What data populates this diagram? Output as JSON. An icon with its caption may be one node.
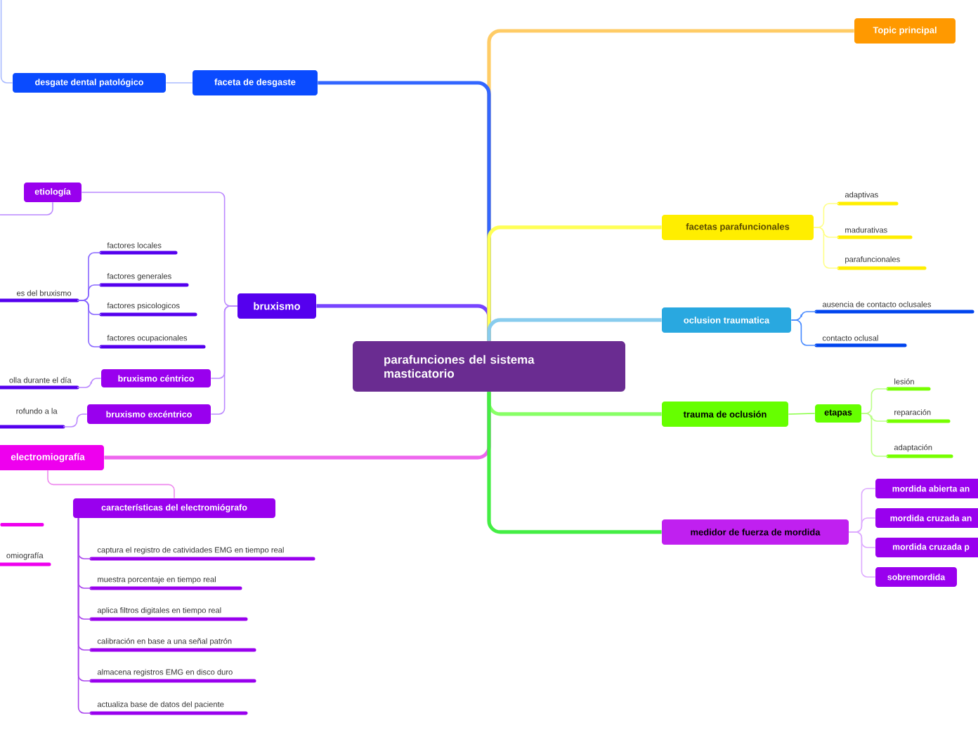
{
  "diagram": {
    "nodes": [
      {
        "text": [
          "parafunciones del sistema masticatorio"
        ]
      },
      {
        "text": [
          "Topic principal"
        ]
      },
      {
        "text": [
          "faceta de desgaste"
        ]
      },
      {
        "text": [
          "desgate dental patológico"
        ]
      },
      {
        "text": [
          "bruxismo"
        ]
      },
      {
        "text": [
          "etiología"
        ]
      },
      {
        "text": [
          "es del bruxismo"
        ]
      },
      {
        "text": [
          "factores locales"
        ]
      },
      {
        "text": [
          "factores generales"
        ]
      },
      {
        "text": [
          "factores psicologicos"
        ]
      },
      {
        "text": [
          "factores ocupacionales"
        ]
      },
      {
        "text": [
          "bruxismo céntrico"
        ]
      },
      {
        "text": [
          "olla durante el día"
        ]
      },
      {
        "text": [
          "bruxismo excéntrico"
        ]
      },
      {
        "text": [
          "rofundo a la"
        ]
      },
      {
        "text": [
          "electromiografía"
        ]
      },
      {
        "text": [
          "características del electromiógrafo"
        ]
      },
      {
        "text": [
          "captura el registro de catividades EMG en tiempo real"
        ]
      },
      {
        "text": [
          "muestra porcentaje en tiempo real"
        ]
      },
      {
        "text": [
          "aplica filtros digitales en tiempo real"
        ]
      },
      {
        "text": [
          "calibración en base a una señal patrón"
        ]
      },
      {
        "text": [
          "almacena registros EMG en disco duro"
        ]
      },
      {
        "text": [
          "actualiza base de datos del paciente"
        ]
      },
      {
        "text": [
          "facetas parafuncionales"
        ]
      },
      {
        "text": [
          "adaptivas"
        ]
      },
      {
        "text": [
          "madurativas"
        ]
      },
      {
        "text": [
          "parafuncionales"
        ]
      },
      {
        "text": [
          "oclusion traumatica"
        ]
      },
      {
        "text": [
          "ausencia de contacto oclusales"
        ]
      },
      {
        "text": [
          "contacto oclusal"
        ]
      },
      {
        "text": [
          "trauma de oclusión"
        ]
      },
      {
        "text": [
          "etapas"
        ]
      },
      {
        "text": [
          "lesión"
        ]
      },
      {
        "text": [
          "reparación"
        ]
      },
      {
        "text": [
          "adaptación"
        ]
      },
      {
        "text": [
          "medidor de fuerza de mordida"
        ]
      },
      {
        "text": [
          "mordida abierta an"
        ]
      },
      {
        "text": [
          "mordida cruzada an"
        ]
      },
      {
        "text": [
          "mordida cruzada p"
        ]
      },
      {
        "text": [
          "sobremordida"
        ]
      },
      {
        "text": [],
        "shape": "bar"
      },
      {
        "text": [
          "omiografía"
        ]
      }
    ],
    "edges": [
      {
        "from": 0,
        "to": 1,
        "arrow": "none",
        "style": "thick",
        "color": "#ffcc66"
      },
      {
        "from": 0,
        "to": 2,
        "arrow": "none",
        "style": "thick",
        "color": "#3366ff"
      },
      {
        "from": 2,
        "to": 3,
        "arrow": "none",
        "color": "#aabbff"
      },
      {
        "from": 3,
        "to": null,
        "arrow": "none",
        "color": "#aabbff"
      },
      {
        "from": 0,
        "to": 4,
        "arrow": "none",
        "style": "thick",
        "color": "#7744ff"
      },
      {
        "from": 4,
        "to": 5,
        "arrow": "none",
        "color": "#bb88ff"
      },
      {
        "from": 5,
        "to": null,
        "arrow": "none",
        "color": "#bb88ff"
      },
      {
        "from": 6,
        "to": 7,
        "arrow": "none",
        "color": "#8866ff"
      },
      {
        "from": 6,
        "to": 8,
        "arrow": "none",
        "color": "#8866ff"
      },
      {
        "from": 6,
        "to": 9,
        "arrow": "none",
        "color": "#8866ff"
      },
      {
        "from": 6,
        "to": 10,
        "arrow": "none",
        "color": "#8866ff"
      },
      {
        "from": 4,
        "to": 11,
        "arrow": "none",
        "color": "#bb88ff"
      },
      {
        "from": 11,
        "to": 12,
        "arrow": "none",
        "color": "#bb88ff"
      },
      {
        "from": 4,
        "to": 13,
        "arrow": "none",
        "color": "#bb88ff"
      },
      {
        "from": 13,
        "to": 14,
        "arrow": "none",
        "color": "#bb88ff"
      },
      {
        "from": 0,
        "to": 15,
        "arrow": "none",
        "style": "thick",
        "color": "#ee66ee"
      },
      {
        "from": 15,
        "to": 16,
        "arrow": "none",
        "color": "#ee88ee"
      },
      {
        "from": 16,
        "to": 17,
        "arrow": "none",
        "color": "#aa44ee"
      },
      {
        "from": 16,
        "to": 18,
        "arrow": "none",
        "color": "#aa44ee"
      },
      {
        "from": 16,
        "to": 19,
        "arrow": "none",
        "color": "#aa44ee"
      },
      {
        "from": 16,
        "to": 20,
        "arrow": "none",
        "color": "#aa44ee"
      },
      {
        "from": 16,
        "to": 21,
        "arrow": "none",
        "color": "#aa44ee"
      },
      {
        "from": 16,
        "to": 22,
        "arrow": "none",
        "color": "#aa44ee"
      },
      {
        "from": 0,
        "to": 23,
        "arrow": "none",
        "style": "thick",
        "color": "#ffff55"
      },
      {
        "from": 23,
        "to": 24,
        "arrow": "none",
        "color": "#ffff88"
      },
      {
        "from": 23,
        "to": 25,
        "arrow": "none",
        "color": "#ffff88"
      },
      {
        "from": 23,
        "to": 26,
        "arrow": "none",
        "color": "#ffff88"
      },
      {
        "from": 0,
        "to": 27,
        "arrow": "none",
        "style": "thick",
        "color": "#88ccee"
      },
      {
        "from": 27,
        "to": 28,
        "arrow": "none",
        "color": "#4488ff"
      },
      {
        "from": 27,
        "to": 29,
        "arrow": "none",
        "color": "#4488ff"
      },
      {
        "from": 0,
        "to": 30,
        "arrow": "none",
        "style": "thick",
        "color": "#88ff66"
      },
      {
        "from": 30,
        "to": 31,
        "arrow": "none",
        "color": "#88ff44"
      },
      {
        "from": 31,
        "to": 32,
        "arrow": "none",
        "color": "#bbff88"
      },
      {
        "from": 31,
        "to": 33,
        "arrow": "none",
        "color": "#bbff88"
      },
      {
        "from": 31,
        "to": 34,
        "arrow": "none",
        "color": "#bbff88"
      },
      {
        "from": 0,
        "to": 35,
        "arrow": "none",
        "style": "thick",
        "color": "#44ee44"
      },
      {
        "from": 35,
        "to": 36,
        "arrow": "none",
        "color": "#ddaaff"
      },
      {
        "from": 35,
        "to": 37,
        "arrow": "none",
        "color": "#ddaaff"
      },
      {
        "from": 35,
        "to": 38,
        "arrow": "none",
        "color": "#ddaaff"
      },
      {
        "from": 35,
        "to": 39,
        "arrow": "none",
        "color": "#ddaaff"
      }
    ]
  }
}
